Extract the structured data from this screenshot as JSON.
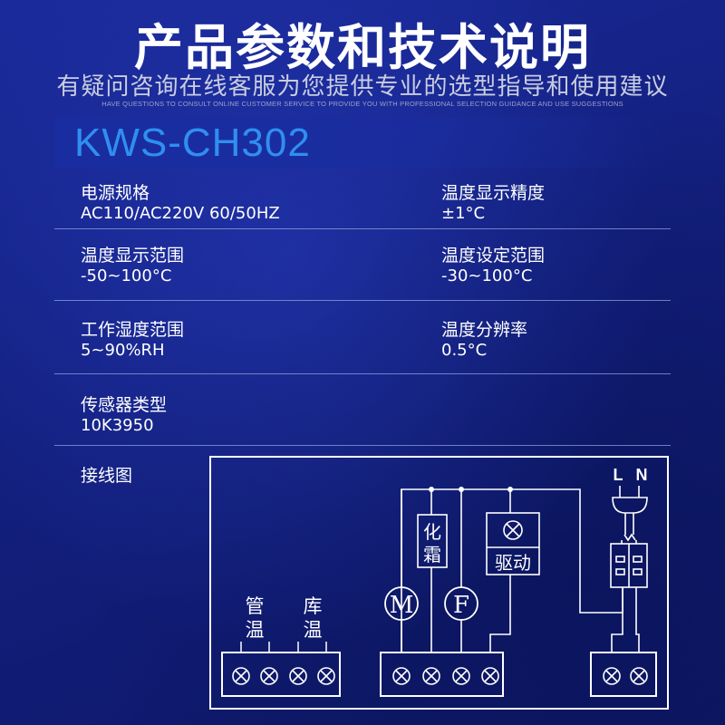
{
  "header": {
    "title": "产品参数和技术说明",
    "subtitle": "有疑问咨询在线客服为您提供专业的选型指导和使用建议",
    "subtitle_en": "HAVE QUESTIONS TO CONSULT ONLINE CUSTOMER SERVICE TO PROVIDE YOU WITH PROFESSIONAL SELECTION GUIDANCE AND USE SUGGESTIONS"
  },
  "model": "KWS-CH302",
  "specs": [
    {
      "label": "电源规格",
      "value": "AC110/AC220V 60/50HZ"
    },
    {
      "label": "温度显示精度",
      "value": "±1°C"
    },
    {
      "label": "温度显示范围",
      "value": "-50~100°C"
    },
    {
      "label": "温度设定范围",
      "value": "-30~100°C"
    },
    {
      "label": "工作湿度范围",
      "value": "5~90%RH"
    },
    {
      "label": "温度分辨率",
      "value": "0.5°C"
    },
    {
      "label": "传感器类型",
      "value": "10K3950"
    }
  ],
  "wiring": {
    "label": "接线图",
    "pipe_temp": [
      "管",
      "温"
    ],
    "room_temp": [
      "库",
      "温"
    ],
    "defrost": [
      "化",
      "霜"
    ],
    "drive": "驱动",
    "motor_symbol": "M",
    "fan_symbol": "F",
    "power_l": "L",
    "power_n": "N"
  },
  "colors": {
    "background": "#13207f",
    "model_text": "#2f8ff0",
    "model_bar": "#192da0"
  }
}
